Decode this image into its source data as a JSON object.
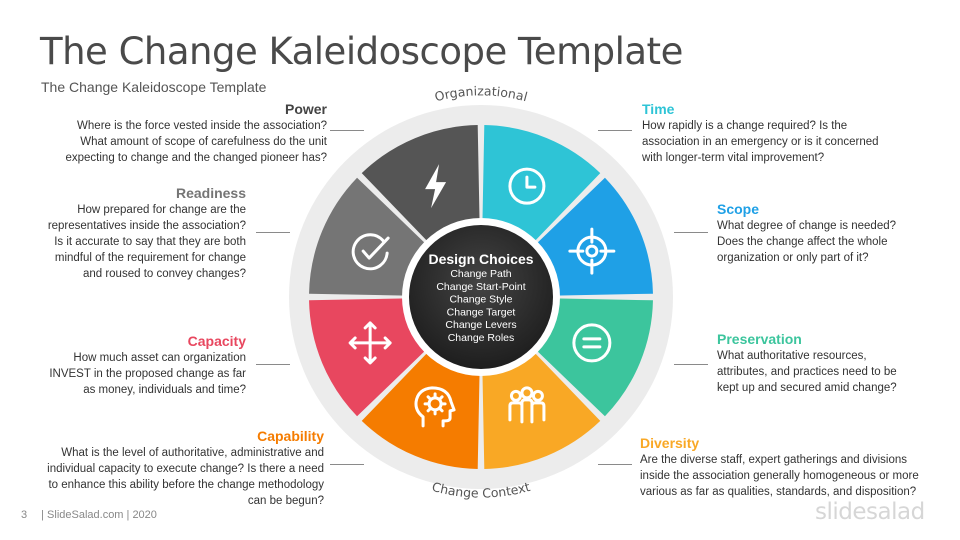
{
  "header": {
    "title": "The Change Kaleidoscope Template",
    "subtitle": "The Change Kaleidoscope Template"
  },
  "ring": {
    "top_label": "Organizational",
    "bottom_label": "Change Context"
  },
  "center": {
    "title": "Design Choices",
    "items": [
      "Change Path",
      "Change Start-Point",
      "Change Style",
      "Change Target",
      "Change Levers",
      "Change Roles"
    ]
  },
  "segments": [
    {
      "id": "time",
      "color": "#2ec4d6",
      "icon": "clock-icon"
    },
    {
      "id": "scope",
      "color": "#1fa0e6",
      "icon": "target-icon"
    },
    {
      "id": "preservation",
      "color": "#3cc59d",
      "icon": "equals-icon"
    },
    {
      "id": "diversity",
      "color": "#f9a825",
      "icon": "people-icon"
    },
    {
      "id": "capability",
      "color": "#f57c00",
      "icon": "head-gear-icon"
    },
    {
      "id": "capacity",
      "color": "#e8475f",
      "icon": "move-arrows-icon"
    },
    {
      "id": "readiness",
      "color": "#757575",
      "icon": "check-circle-icon"
    },
    {
      "id": "power",
      "color": "#555555",
      "icon": "lightning-icon"
    }
  ],
  "blocks": {
    "power": {
      "title": "Power",
      "color": "#444444",
      "text": "Where is the force vested inside the association?\nWhat amount of scope of carefulness do the unit\nexpecting to change and the changed pioneer has?"
    },
    "readiness": {
      "title": "Readiness",
      "color": "#757575",
      "text": "How prepared for change are the\nrepresentatives inside the association?\nIs it accurate to say that they are both\nmindful of the requirement for change\nand roused to convey changes?"
    },
    "capacity": {
      "title": "Capacity",
      "color": "#e8475f",
      "text": "How much asset can organization\nINVEST in the proposed change as far\nas money, individuals and time?"
    },
    "capability": {
      "title": "Capability",
      "color": "#f57c00",
      "text": "What is the level of authoritative, administrative and\nindividual capacity to execute change? Is there a need\nto enhance this ability before the change methodology\ncan be begun?"
    },
    "time": {
      "title": "Time",
      "color": "#2ec4d6",
      "text": "How rapidly is a change required? Is the\nassociation in an emergency  or is it concerned\nwith longer-term vital improvement?"
    },
    "scope": {
      "title": "Scope",
      "color": "#1fa0e6",
      "text": "What degree of change is needed?\nDoes the change affect the whole\norganization or only part of it?"
    },
    "preservation": {
      "title": "Preservation",
      "color": "#3cc59d",
      "text": "What authoritative resources,\nattributes, and practices need to be\nkept up and secured  amid change?"
    },
    "diversity": {
      "title": "Diversity",
      "color": "#f9a825",
      "text": "Are the diverse staff, expert gatherings and divisions\ninside the association generally homogeneous or more\nvarious as far as qualities, standards, and disposition?"
    }
  },
  "footer": {
    "page": "3",
    "credit": "| SlideSalad.com | 2020",
    "brand": "slidesalad"
  }
}
